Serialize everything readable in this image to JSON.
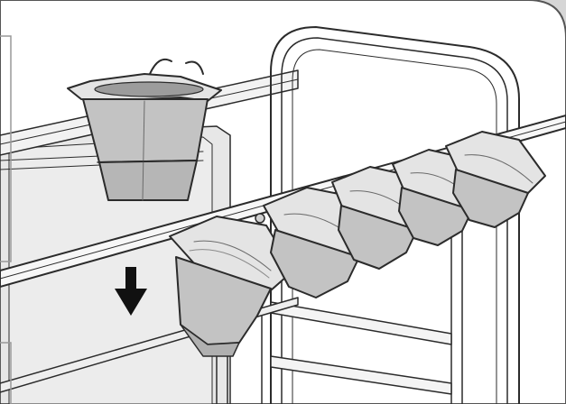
{
  "figure": {
    "panel_count": 1,
    "mounted_cups": 5,
    "lifted_cups": 1,
    "arrow_direction": "down"
  },
  "colors": {
    "stroke": "#2b2b2b",
    "panel_fill": "#ffffff",
    "outer_background": "#d6d6d6",
    "cup_fill": "#c3c3c3",
    "cup_dark": "#9c9c9c",
    "arrow": "#111111",
    "board_fill": "#e7e7e7"
  }
}
